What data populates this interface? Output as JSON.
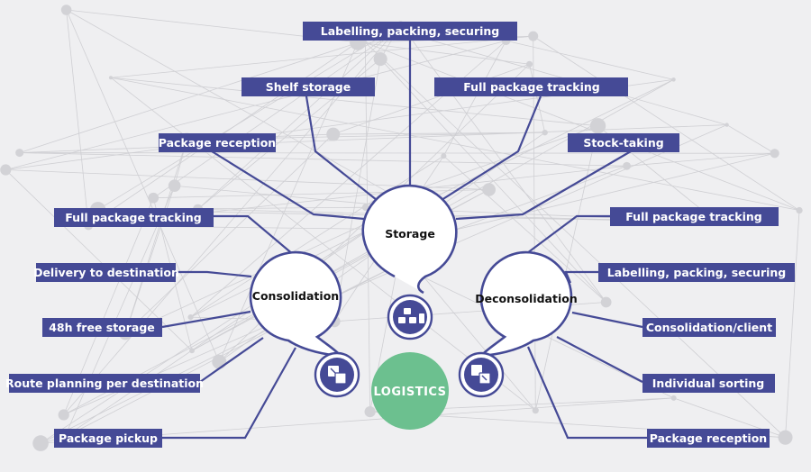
{
  "center": {
    "label": "LOGISTICS",
    "color": "#6cc08f"
  },
  "colors": {
    "accent": "#454a96",
    "background": "#efeff1"
  },
  "hubs": [
    {
      "id": "storage",
      "title": "Storage",
      "icon": "boxes-stack-icon",
      "labels": [
        "Labelling, packing, securing",
        "Shelf storage",
        "Full package tracking",
        "Package reception",
        "Stock-taking"
      ]
    },
    {
      "id": "consolidation",
      "title": "Consolidation",
      "icon": "merge-boxes-icon",
      "labels": [
        "Full package tracking",
        "Delivery to destination",
        "48h free storage",
        "Route planning per destination",
        "Package pickup"
      ]
    },
    {
      "id": "deconsolidation",
      "title": "Deconsolidation",
      "icon": "split-boxes-icon",
      "labels": [
        "Full package tracking",
        "Labelling, packing, securing",
        "Consolidation/client",
        "Individual sorting",
        "Package reception"
      ]
    }
  ]
}
